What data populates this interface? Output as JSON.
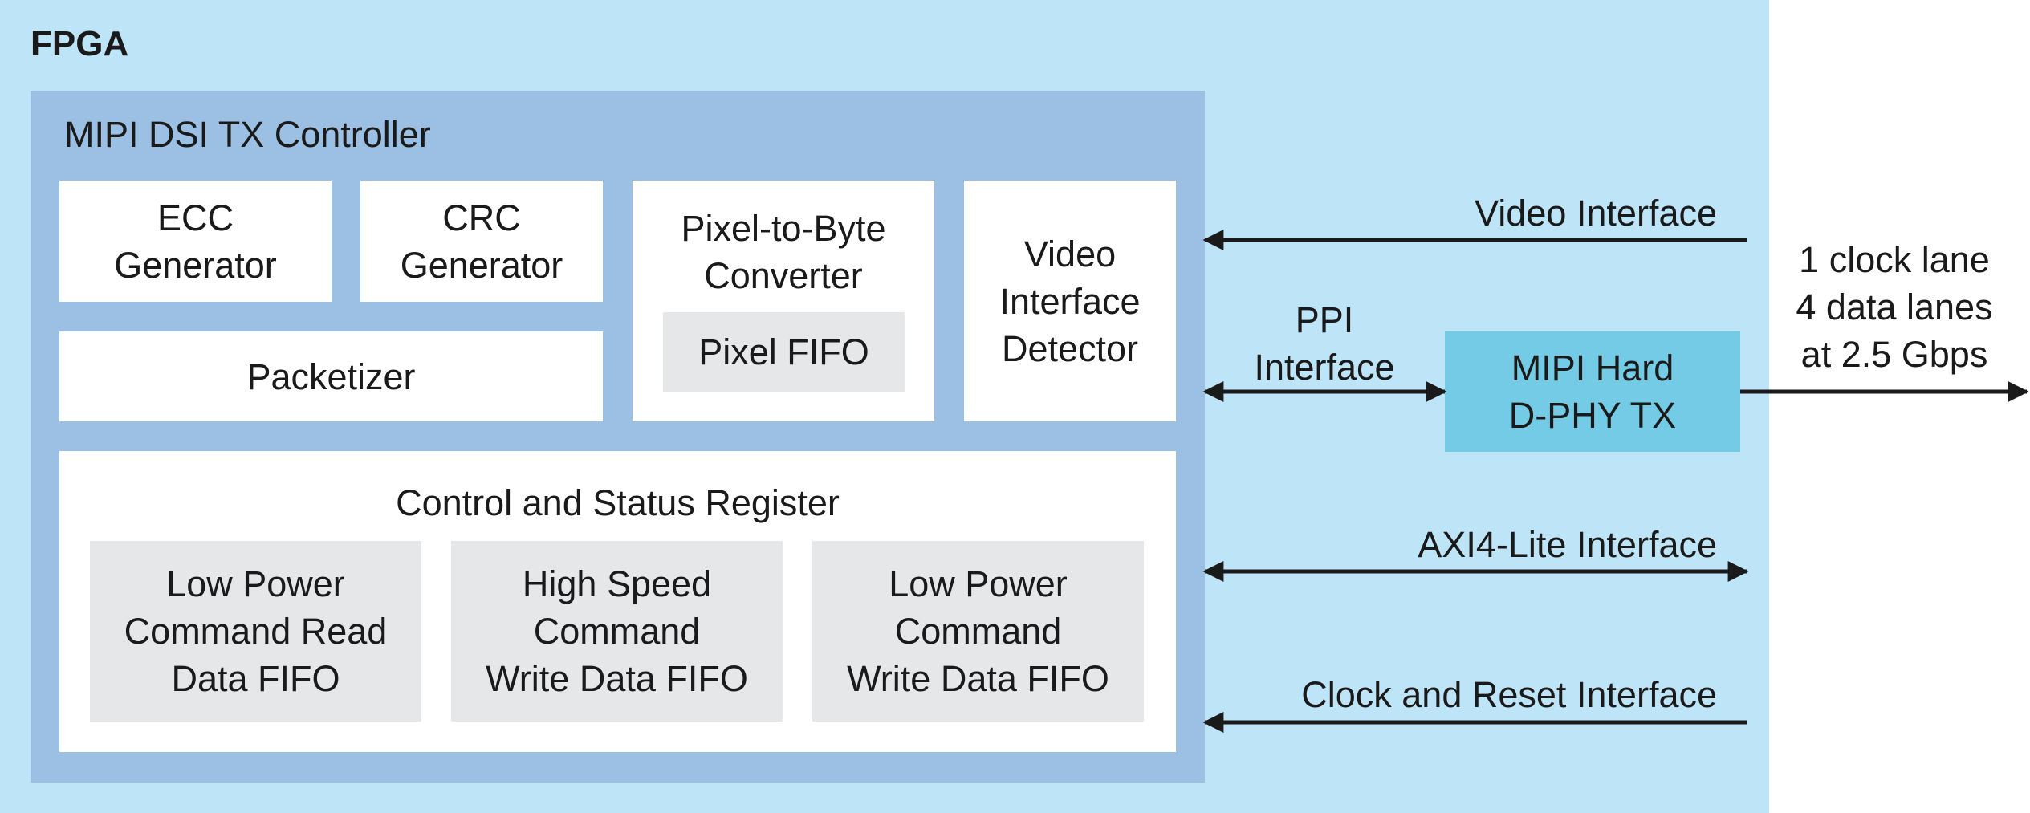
{
  "fpga": {
    "title": "FPGA"
  },
  "controller": {
    "title": "MIPI DSI TX Controller",
    "ecc": "ECC\nGenerator",
    "crc": "CRC\nGenerator",
    "pixel_to_byte": "Pixel-to-Byte\nConverter",
    "pixel_fifo": "Pixel FIFO",
    "video_detector": "Video\nInterface\nDetector",
    "packetizer": "Packetizer",
    "csr": {
      "title": "Control and Status Register",
      "fifos": [
        "Low Power\nCommand Read\nData FIFO",
        "High Speed\nCommand\nWrite Data FIFO",
        "Low Power\nCommand\nWrite Data FIFO"
      ]
    }
  },
  "phy": {
    "label": "MIPI Hard\nD-PHY TX"
  },
  "interfaces": {
    "video": "Video Interface",
    "ppi": "PPI\nInterface",
    "axi": "AXI4-Lite Interface",
    "clock_reset": "Clock and Reset Interface",
    "lanes": "1 clock lane\n4 data lanes\nat 2.5 Gbps"
  },
  "colors": {
    "fpga_bg": "#bde4f7",
    "controller_bg": "#9bc0e4",
    "phy_bg": "#74cbe6",
    "fifo_bg": "#e5e7e9",
    "arrow": "#1a1a1a"
  }
}
